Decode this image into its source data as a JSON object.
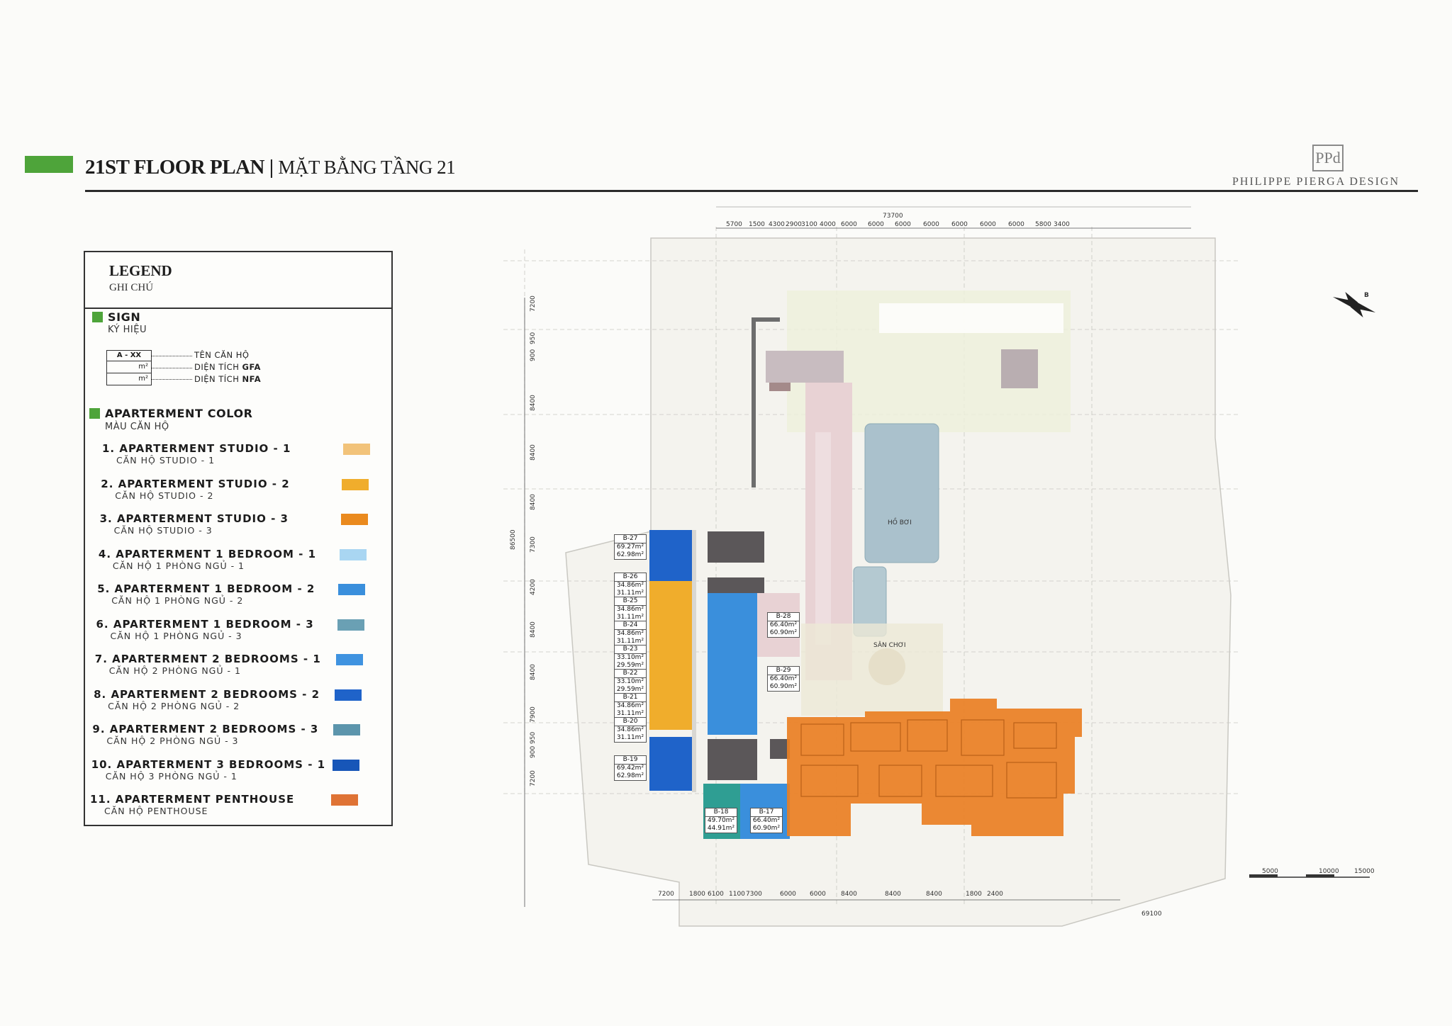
{
  "header": {
    "title_en": "21ST FLOOR PLAN",
    "separator": "|",
    "title_vn": "MẶT BẰNG TẦNG 21",
    "logo_mark": "PPd",
    "brand": "PHILIPPE PIERGA DESIGN"
  },
  "legend": {
    "title": "LEGEND",
    "subtitle": "GHI CHÚ",
    "sign": {
      "title": "SIGN",
      "subtitle": "KÝ HIỆU",
      "box_code": "A - XX",
      "box_unit_1": "m²",
      "box_unit_2": "m²",
      "note_name": "TÊN CĂN HỘ",
      "note_gfa_prefix": "DIỆN TÍCH",
      "note_gfa": "GFA",
      "note_nfa_prefix": "DIỆN TÍCH",
      "note_nfa": "NFA"
    },
    "color_section": {
      "title": "APARTERMENT COLOR",
      "subtitle": "MÀU CĂN HỘ"
    },
    "items": [
      {
        "label": "1. APARTERMENT STUDIO - 1",
        "sub": "CĂN HỘ STUDIO - 1",
        "color": "#f2c37a"
      },
      {
        "label": "2. APARTERMENT STUDIO - 2",
        "sub": "CĂN HỘ STUDIO - 2",
        "color": "#f0ad2c"
      },
      {
        "label": "3. APARTERMENT STUDIO - 3",
        "sub": "CĂN HỘ STUDIO - 3",
        "color": "#ea8a1e"
      },
      {
        "label": "4. APARTERMENT 1 BEDROOM - 1",
        "sub": "CĂN HỘ 1 PHÒNG NGỦ - 1",
        "color": "#a9d6f2"
      },
      {
        "label": "5. APARTERMENT 1 BEDROOM - 2",
        "sub": "CĂN HỘ 1 PHÒNG NGỦ - 2",
        "color": "#3a8fdc"
      },
      {
        "label": "6. APARTERMENT 1 BEDROOM - 3",
        "sub": "CĂN HỘ 1 PHÒNG NGỦ - 3",
        "color": "#6aa0b4"
      },
      {
        "label": "7. APARTERMENT 2 BEDROOMS - 1",
        "sub": "CĂN HỘ 2 PHÒNG NGỦ - 1",
        "color": "#3f93e0"
      },
      {
        "label": "8. APARTERMENT 2 BEDROOMS - 2",
        "sub": "CĂN HỘ 2 PHÒNG NGỦ - 2",
        "color": "#1f63c9"
      },
      {
        "label": "9. APARTERMENT 2 BEDROOMS - 3",
        "sub": "CĂN HỘ 2 PHÒNG NGỦ - 3",
        "color": "#5c95ac"
      },
      {
        "label": "10. APARTERMENT 3 BEDROOMS - 1",
        "sub": "CĂN HỘ 3 PHÒNG NGỦ - 1",
        "color": "#1756b8"
      },
      {
        "label": "11. APARTERMENT PENTHOUSE",
        "sub": "CĂN HỘ PENTHOUSE",
        "color": "#df7335"
      }
    ]
  },
  "plan": {
    "overall_dim_top": "73700",
    "overall_dim_left": "86500",
    "top_dims": [
      "5700",
      "1500",
      "4300",
      "2900",
      "3100",
      "4000",
      "6000",
      "6000",
      "6000",
      "6000",
      "6000",
      "6000",
      "6000",
      "5800",
      "3400"
    ],
    "bottom_dims": [
      "7200",
      "1800",
      "6100",
      "1100",
      "7300",
      "6000",
      "6000",
      "8400",
      "8400",
      "8400",
      "1800",
      "2400"
    ],
    "bottom_overall": "69100",
    "left_dims": [
      "7200",
      "950",
      "900",
      "8400",
      "8400",
      "8400",
      "7300",
      "4200",
      "8400",
      "8400",
      "7900",
      "950",
      "900",
      "7200"
    ],
    "pool_label": "HỒ BƠI",
    "playground_label": "SÂN CHƠI",
    "north_label": "B",
    "units": [
      {
        "code": "B-27",
        "gfa": "69.27m²",
        "nfa": "62.98m²"
      },
      {
        "code": "B-26",
        "gfa": "34.86m²",
        "nfa": "31.11m²"
      },
      {
        "code": "B-25",
        "gfa": "34.86m²",
        "nfa": "31.11m²"
      },
      {
        "code": "B-24",
        "gfa": "34.86m²",
        "nfa": "31.11m²"
      },
      {
        "code": "B-23",
        "gfa": "33.10m²",
        "nfa": "29.59m²"
      },
      {
        "code": "B-22",
        "gfa": "33.10m²",
        "nfa": "29.59m²"
      },
      {
        "code": "B-21",
        "gfa": "34.86m²",
        "nfa": "31.11m²"
      },
      {
        "code": "B-20",
        "gfa": "34.86m²",
        "nfa": "31.11m²"
      },
      {
        "code": "B-19",
        "gfa": "69.42m²",
        "nfa": "62.98m²"
      },
      {
        "code": "B-28",
        "gfa": "66.40m²",
        "nfa": "60.90m²"
      },
      {
        "code": "B-29",
        "gfa": "66.40m²",
        "nfa": "60.90m²"
      },
      {
        "code": "B-18",
        "gfa": "49.70m²",
        "nfa": "44.91m²"
      },
      {
        "code": "B-17",
        "gfa": "66.40m²",
        "nfa": "60.90m²"
      }
    ],
    "scale_labels": [
      "5000",
      "10000",
      "15000"
    ]
  }
}
